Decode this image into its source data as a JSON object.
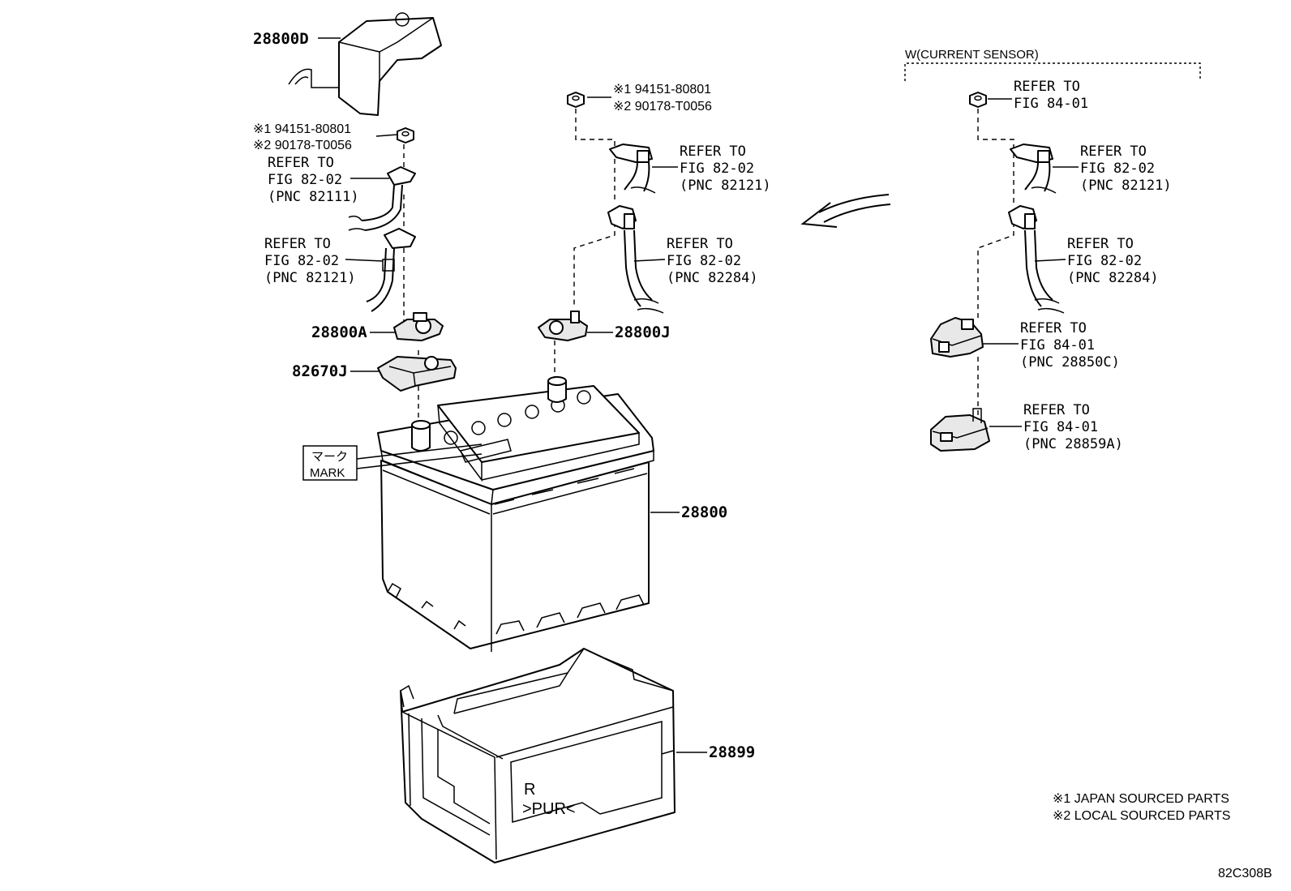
{
  "diagram": {
    "code": "82C308B",
    "section_current_sensor": "W(CURRENT SENSOR)",
    "parts": {
      "cover": "28800D",
      "terminal_a": "28800A",
      "clamp": "82670J",
      "terminal_j": "28800J",
      "battery": "28800",
      "tray": "28899"
    },
    "nut_left": {
      "line1": "※1 94151-80801",
      "line2": "※2 90178-T0056"
    },
    "nut_mid": {
      "line1": "※1 94151-80801",
      "line2": "※2 90178-T0056"
    },
    "refs": {
      "left_upper": [
        "REFER TO",
        "FIG 82-02",
        "(PNC 82111)"
      ],
      "left_lower": [
        "REFER TO",
        "FIG 82-02",
        "(PNC 82121)"
      ],
      "mid_upper": [
        "REFER TO",
        "FIG 82-02",
        "(PNC 82121)"
      ],
      "mid_lower": [
        "REFER TO",
        "FIG 82-02",
        "(PNC 82284)"
      ],
      "right_nut": [
        "REFER TO",
        "FIG 84-01"
      ],
      "right_upper": [
        "REFER TO",
        "FIG 82-02",
        "(PNC 82121)"
      ],
      "right_lower": [
        "REFER TO",
        "FIG 82-02",
        "(PNC 82284)"
      ],
      "right_sensor": [
        "REFER TO",
        "FIG 84-01",
        "(PNC 28850C)"
      ],
      "right_bracket": [
        "REFER TO",
        "FIG 84-01",
        "(PNC 28859A)"
      ]
    },
    "mark": {
      "jp": "マーク",
      "en": "MARK"
    },
    "tray_text": {
      "line1": "R",
      "line2": ">PUR<"
    },
    "notes": [
      "※1 JAPAN SOURCED PARTS",
      "※2 LOCAL SOURCED PARTS"
    ]
  }
}
